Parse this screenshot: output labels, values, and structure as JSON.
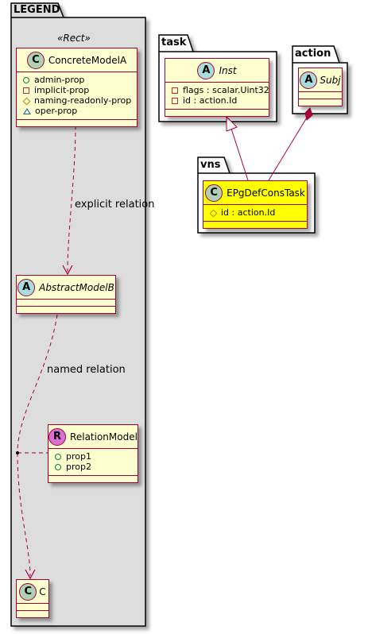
{
  "packages": {
    "legend": {
      "name": "LEGEND",
      "stereotype": "«Rect»"
    },
    "task": {
      "name": "task"
    },
    "action": {
      "name": "action"
    },
    "vns": {
      "name": "vns"
    }
  },
  "classes": {
    "concrete_model_a": {
      "kind": "C",
      "name": "ConcreteModelA",
      "attributes": [
        {
          "visibility": "public",
          "text": "admin-prop"
        },
        {
          "visibility": "private",
          "text": "implicit-prop"
        },
        {
          "visibility": "protected",
          "text": "naming-readonly-prop"
        },
        {
          "visibility": "package",
          "text": "oper-prop"
        }
      ]
    },
    "abstract_model_b": {
      "kind": "A",
      "name": "AbstractModelB"
    },
    "relation_model": {
      "kind": "R",
      "name": "RelationModel",
      "attributes": [
        {
          "visibility": "public",
          "text": "prop1"
        },
        {
          "visibility": "public",
          "text": "prop2"
        }
      ]
    },
    "c": {
      "kind": "C",
      "name": "C"
    },
    "inst": {
      "kind": "A",
      "name": "Inst",
      "attributes": [
        {
          "visibility": "private",
          "text": "flags : scalar.Uint32"
        },
        {
          "visibility": "private",
          "text": "id : action.Id"
        }
      ]
    },
    "subj": {
      "kind": "A",
      "name": "Subj"
    },
    "epg_def_cons_task": {
      "kind": "C",
      "name": "EPgDefConsTask",
      "highlight": "#FFFF00",
      "attributes": [
        {
          "visibility": "protected",
          "text": "id : action.Id"
        }
      ]
    }
  },
  "relations": {
    "explicit": "explicit relation",
    "named": "named relation"
  },
  "colors": {
    "border": "#A80036",
    "class_fill": "#FEFECE",
    "legend_fill": "#DDDDDD",
    "highlight": "#FFFF00"
  }
}
